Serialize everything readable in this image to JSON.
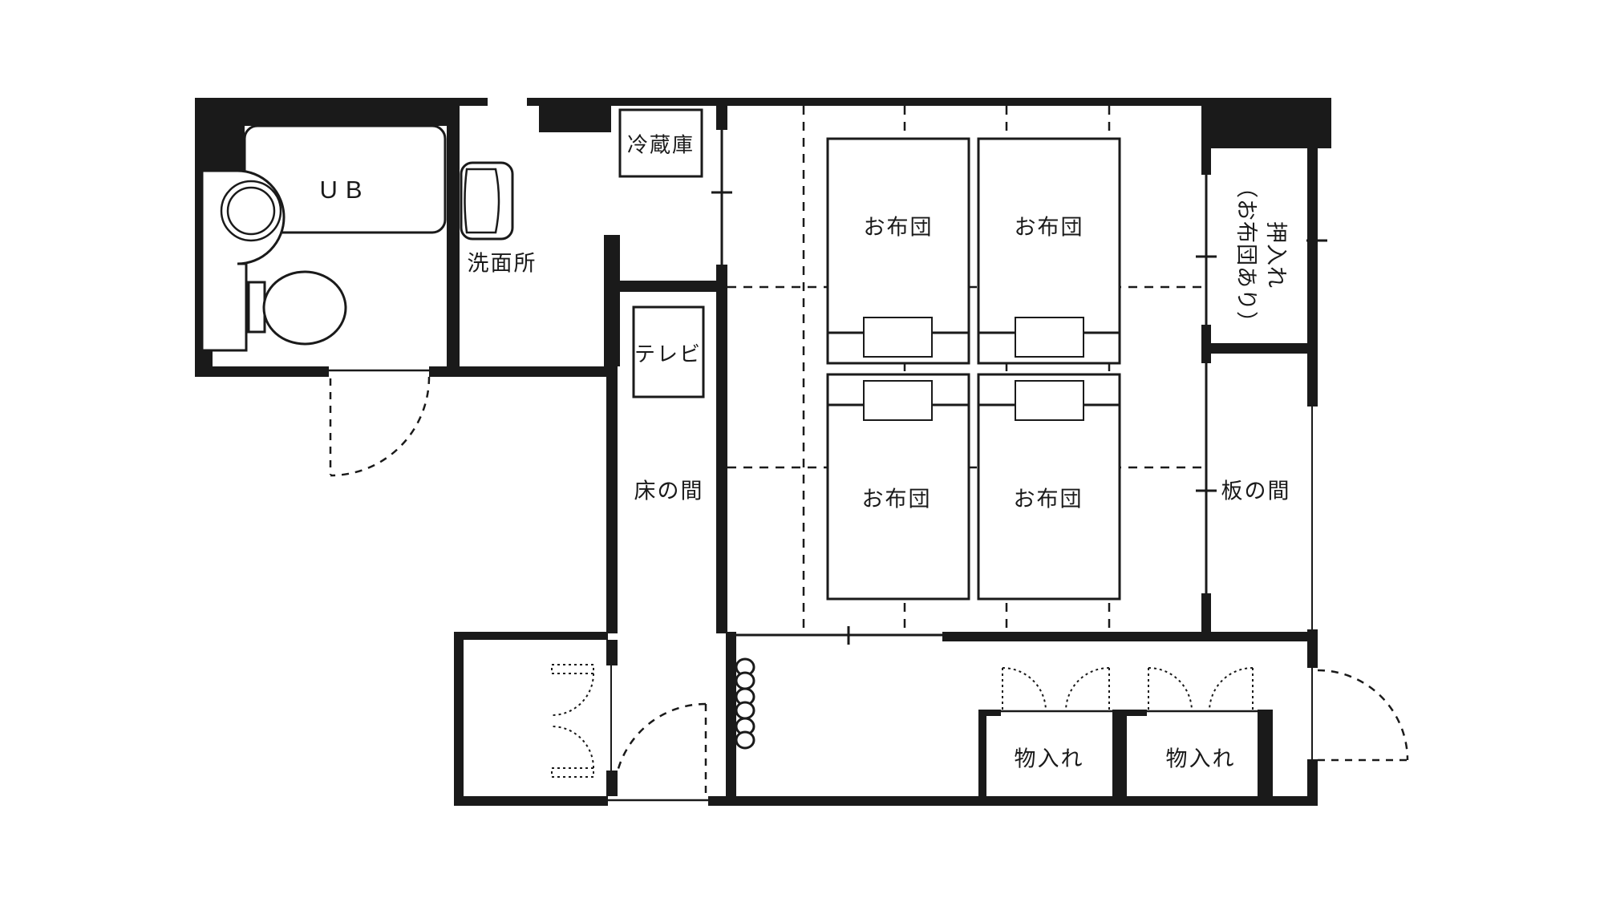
{
  "colors": {
    "wall": "#1a1a1a",
    "background": "#ffffff"
  },
  "rooms": {
    "unit_bath": {
      "label": "UB"
    },
    "washroom": {
      "label": "洗面所"
    },
    "tokonoma": {
      "label": "床の間"
    },
    "itanoma": {
      "label": "板の間"
    },
    "closet_oshiire": {
      "line1": "押入れ",
      "line2": "（お布団あり）"
    }
  },
  "fixtures": {
    "refrigerator": {
      "label": "冷蔵庫"
    },
    "tv": {
      "label": "テレビ"
    }
  },
  "futons": [
    {
      "label": "お布団"
    },
    {
      "label": "お布団"
    },
    {
      "label": "お布団"
    },
    {
      "label": "お布団"
    }
  ],
  "storages": [
    {
      "label": "物入れ"
    },
    {
      "label": "物入れ"
    }
  ],
  "symbols": {
    "door_swing_arcs": 3,
    "folding_door_sets": 3,
    "rail_marker_circle_pairs": 3,
    "door_center_ticks": 5
  }
}
